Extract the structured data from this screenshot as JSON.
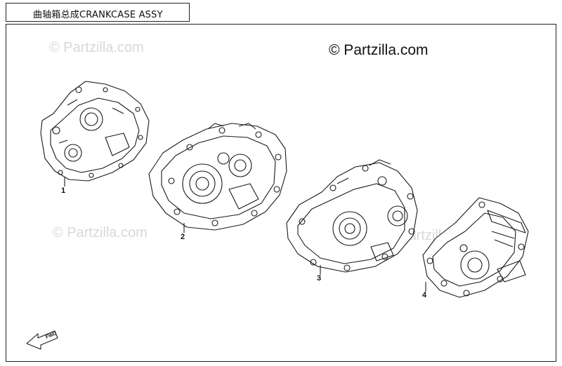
{
  "title": "曲轴箱总成CRANKCASE ASSY",
  "watermark": "© Partzilla.com",
  "parts": [
    {
      "callout": "1",
      "icon": "right-crankcase-cover-icon"
    },
    {
      "callout": "2",
      "icon": "left-crankcase-half-icon"
    },
    {
      "callout": "3",
      "icon": "right-crankcase-half-icon"
    },
    {
      "callout": "4",
      "icon": "left-crankcase-cover-icon"
    }
  ],
  "fwd_label": "FWD",
  "colors": {
    "line": "#1a1a1a",
    "watermark_faint": "#d8d8d8",
    "background": "#ffffff"
  }
}
